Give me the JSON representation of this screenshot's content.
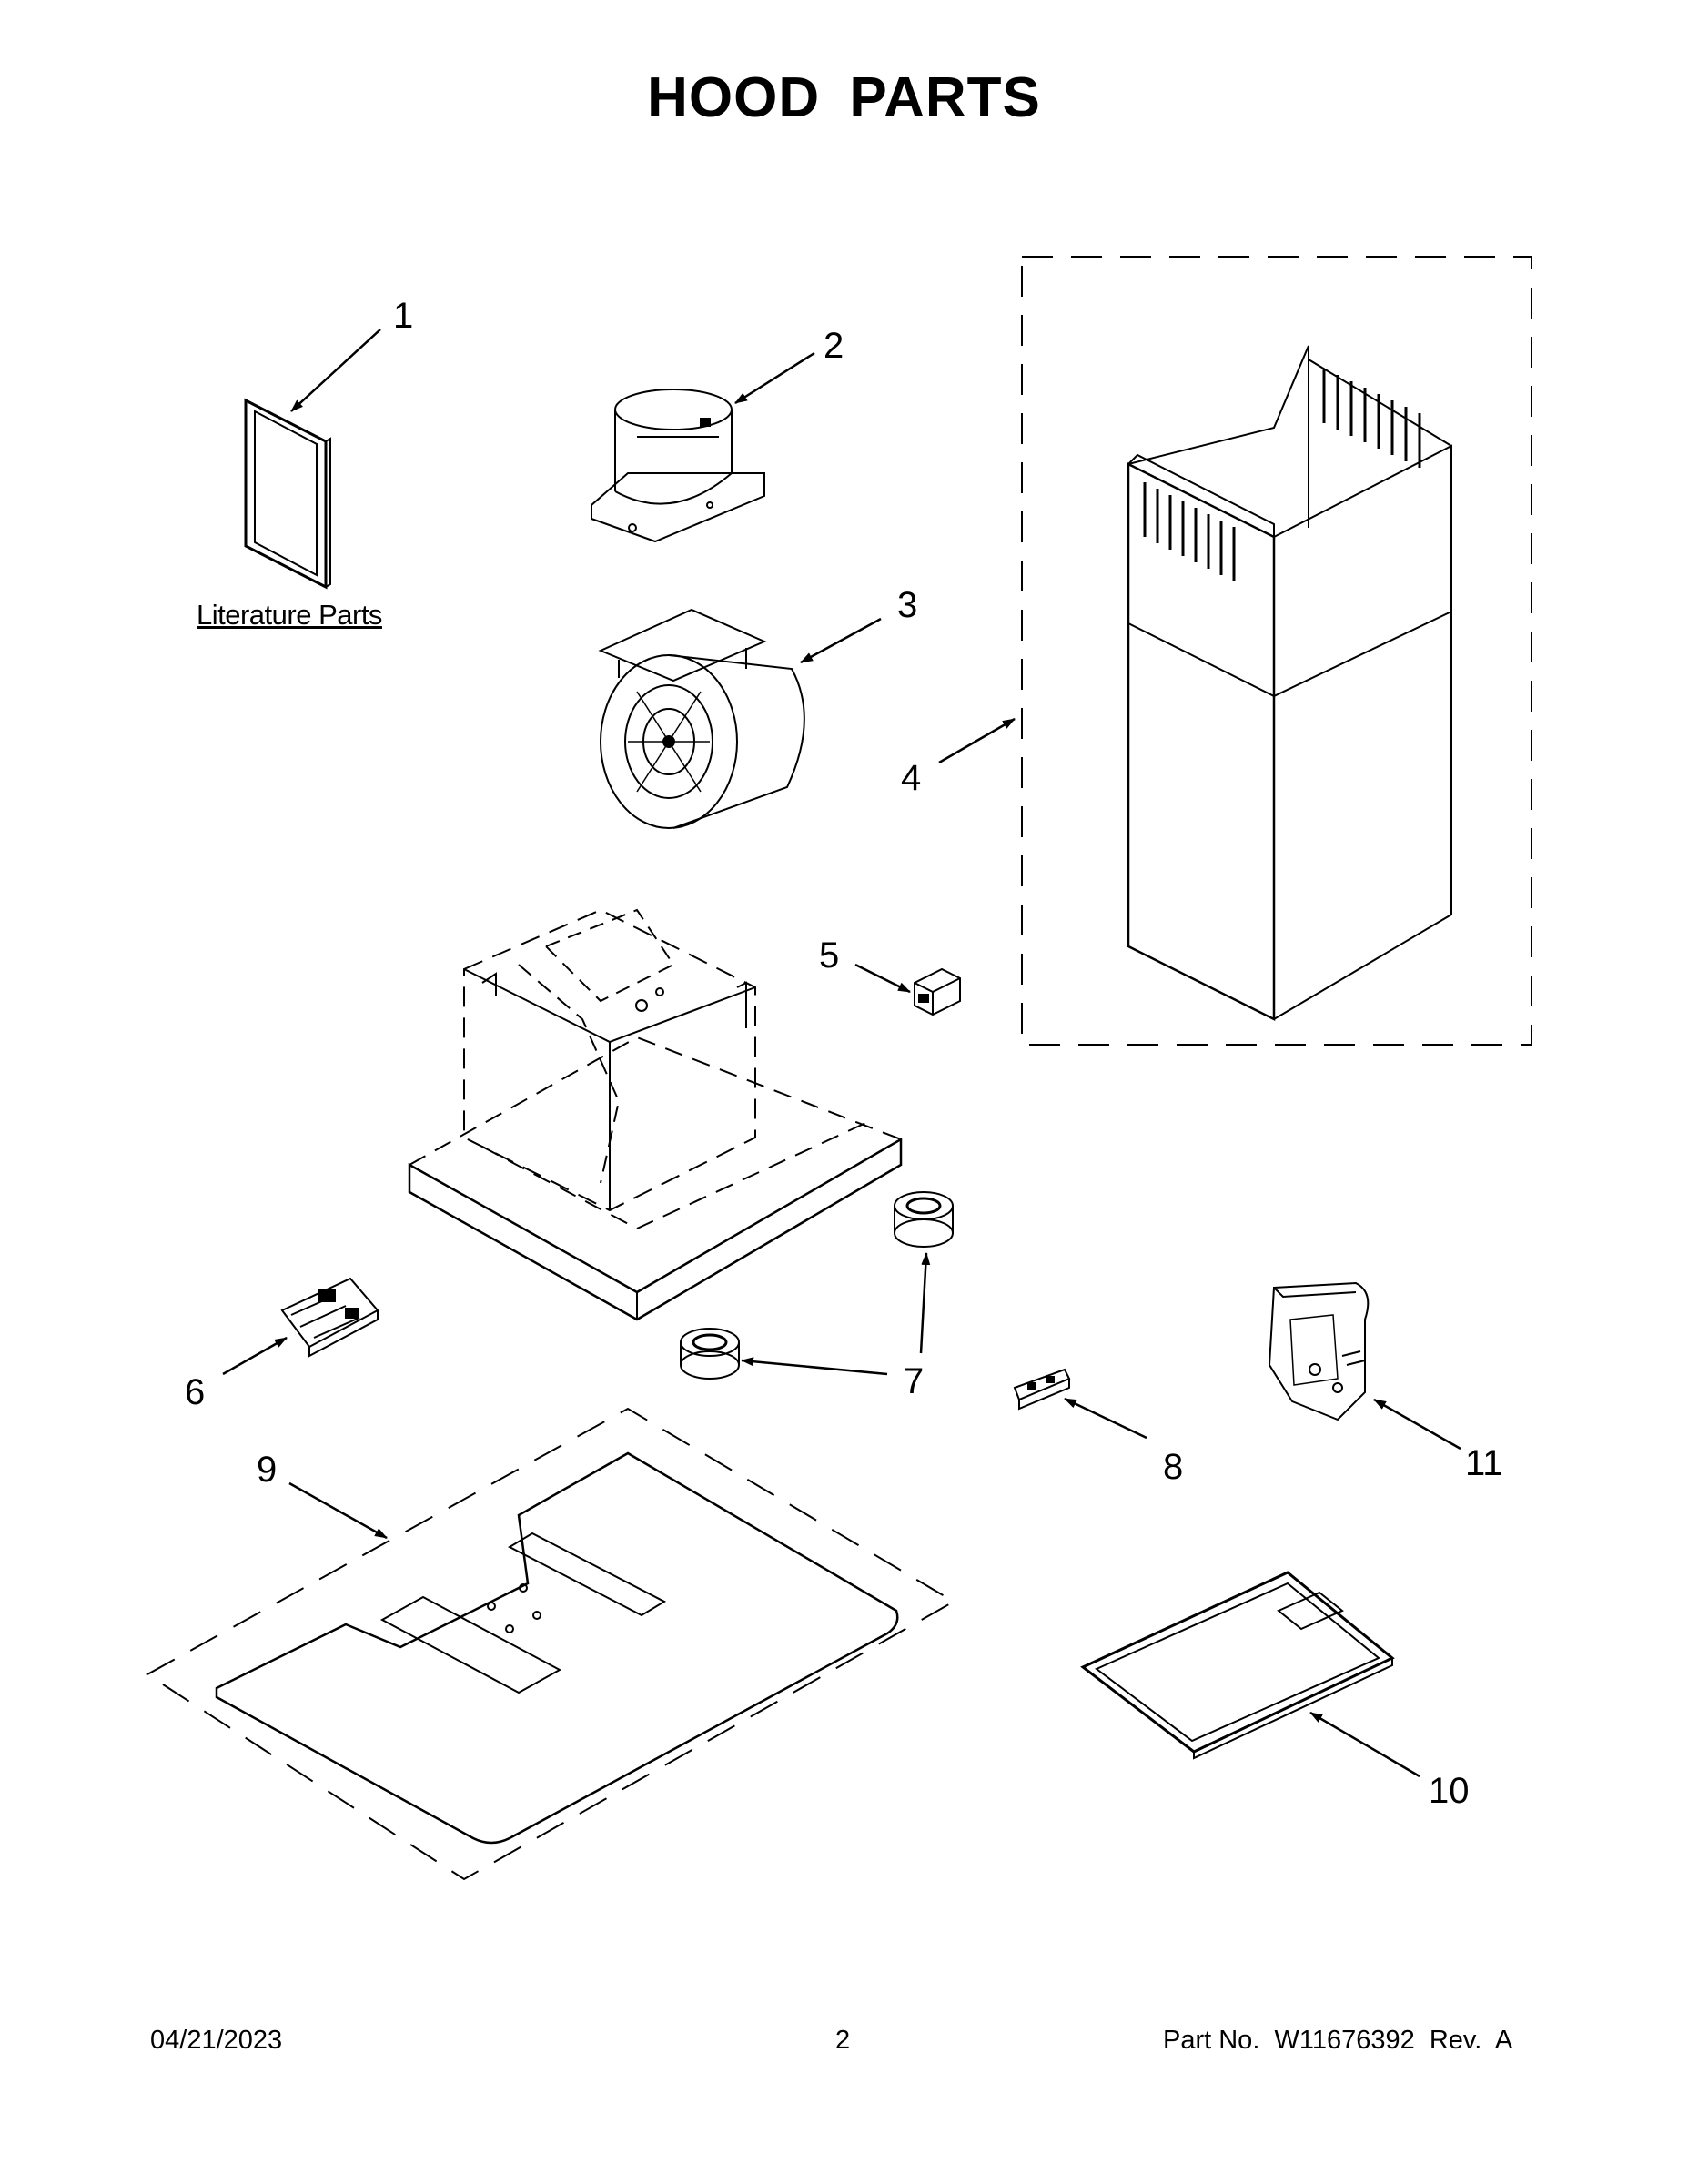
{
  "title": "HOOD PARTS",
  "literature_label": "Literature Parts",
  "callouts": [
    {
      "id": "1",
      "label": "1"
    },
    {
      "id": "2",
      "label": "2"
    },
    {
      "id": "3",
      "label": "3"
    },
    {
      "id": "4",
      "label": "4"
    },
    {
      "id": "5",
      "label": "5"
    },
    {
      "id": "6",
      "label": "6"
    },
    {
      "id": "7",
      "label": "7"
    },
    {
      "id": "8",
      "label": "8"
    },
    {
      "id": "9",
      "label": "9"
    },
    {
      "id": "10",
      "label": "10"
    },
    {
      "id": "11",
      "label": "11"
    }
  ],
  "footer": {
    "date": "04/21/2023",
    "page": "2",
    "part_no": "Part No.  W11676392  Rev.  A"
  },
  "colors": {
    "line": "#000000",
    "background": "#ffffff"
  }
}
